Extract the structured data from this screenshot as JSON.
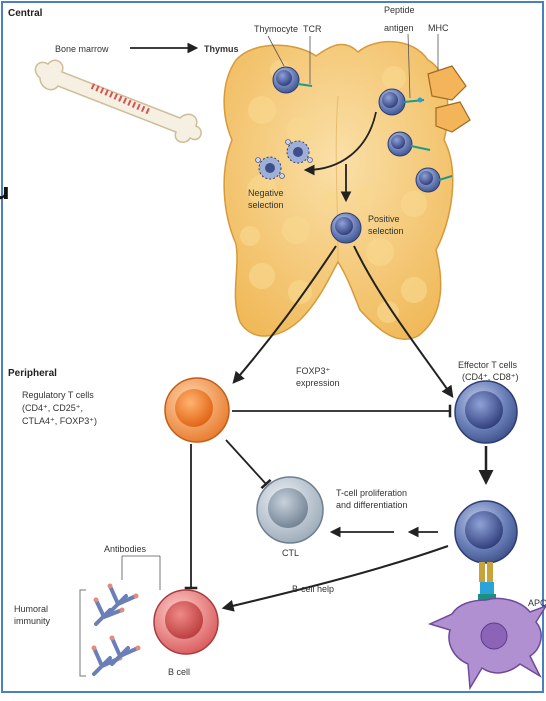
{
  "sections": {
    "central": "Central",
    "peripheral": "Peripheral"
  },
  "central": {
    "bone_marrow": "Bone marrow",
    "thymus": "Thymus",
    "thymocyte": "Thymocyte",
    "tcr": "TCR",
    "peptide_antigen_line1": "Peptide",
    "peptide_antigen_line2": "antigen",
    "mhc": "MHC",
    "negative_selection_line1": "Negative",
    "negative_selection_line2": "selection",
    "positive_selection_line1": "Positive",
    "positive_selection_line2": "selection"
  },
  "peripheral": {
    "regulatory_line1": "Regulatory T cells",
    "regulatory_line2": "(CD4⁺, CD25⁺,",
    "regulatory_line3": "CTLA4⁺, FOXP3⁺)",
    "foxp3_line1": "FOXP3⁺",
    "foxp3_line2": "expression",
    "effector_line1": "Effector T cells",
    "effector_line2": "(CD4⁺, CD8⁺)",
    "tcell_prolif_line1": "T-cell proliferation",
    "tcell_prolif_line2": "and differentiation",
    "ctl": "CTL",
    "antibodies": "Antibodies",
    "humoral_line1": "Humoral",
    "humoral_line2": "immunity",
    "bcell_help": "B-cell help",
    "bcell": "B cell",
    "apc": "APC"
  },
  "side_glyph": "u",
  "colors": {
    "border": "#4a7fc0",
    "thymus": "#f3c77a",
    "regulatory": "#f08a3a",
    "effector": "#6a7fb8",
    "ctl": "#a9b7c6",
    "bcell": "#d9585a",
    "apc": "#a782c9"
  }
}
